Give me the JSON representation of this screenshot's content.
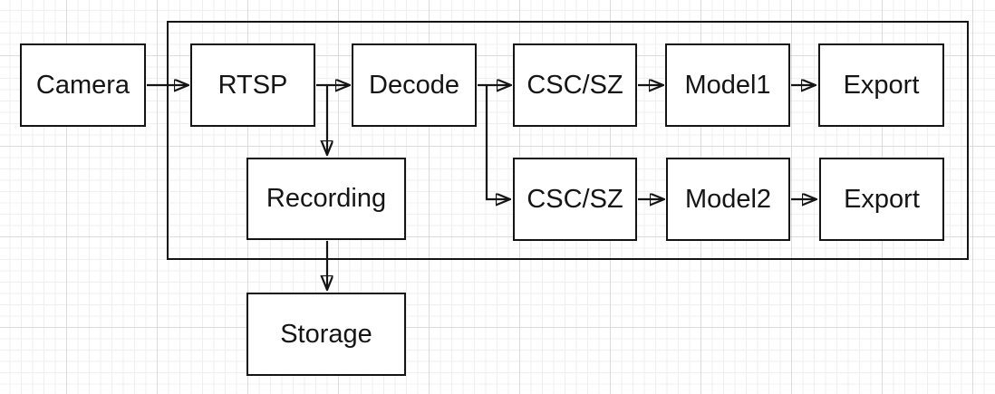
{
  "diagram": {
    "type": "flowchart",
    "nodes": {
      "camera": {
        "label": "Camera"
      },
      "rtsp": {
        "label": "RTSP"
      },
      "decode": {
        "label": "Decode"
      },
      "csc_sz_top": {
        "label": "CSC/SZ"
      },
      "model1": {
        "label": "Model1"
      },
      "export_top": {
        "label": "Export"
      },
      "recording": {
        "label": "Recording"
      },
      "csc_sz_bottom": {
        "label": "CSC/SZ"
      },
      "model2": {
        "label": "Model2"
      },
      "export_bottom": {
        "label": "Export"
      },
      "storage": {
        "label": "Storage"
      }
    },
    "edges": [
      {
        "from": "camera",
        "to": "rtsp"
      },
      {
        "from": "rtsp",
        "to": "decode"
      },
      {
        "from": "rtsp",
        "to": "recording"
      },
      {
        "from": "decode",
        "to": "csc_sz_top"
      },
      {
        "from": "decode",
        "to": "csc_sz_bottom"
      },
      {
        "from": "csc_sz_top",
        "to": "model1"
      },
      {
        "from": "model1",
        "to": "export_top"
      },
      {
        "from": "csc_sz_bottom",
        "to": "model2"
      },
      {
        "from": "model2",
        "to": "export_bottom"
      },
      {
        "from": "recording",
        "to": "storage"
      }
    ],
    "colors": {
      "stroke": "#141414",
      "node_fill": "#ffffff",
      "background": "#ffffff",
      "grid_minor": "#efefef",
      "grid_major": "#dcdcdc"
    }
  }
}
